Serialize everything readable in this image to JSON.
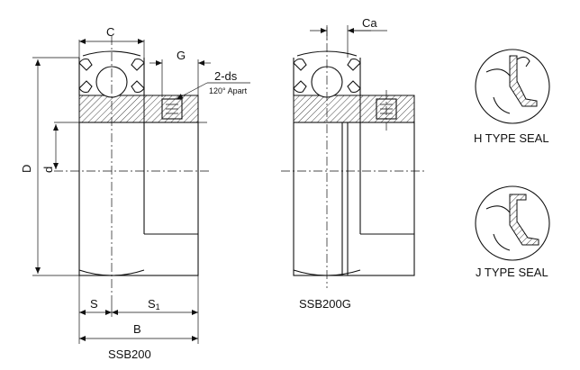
{
  "dimensions": {
    "C": "C",
    "Ca": "Ca",
    "G": "G",
    "two_ds": "2-ds",
    "apart": "120° Apart",
    "D": "D",
    "d": "d",
    "S": "S",
    "S1_main": "S",
    "S1_sub": "1",
    "B": "B"
  },
  "models": {
    "ssb200": "SSB200",
    "ssb200g": "SSB200G"
  },
  "seals": {
    "h_type": "H TYPE SEAL",
    "j_type": "J TYPE SEAL"
  }
}
